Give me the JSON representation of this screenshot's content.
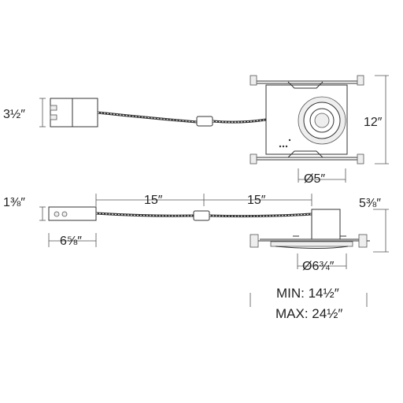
{
  "dimensions": {
    "junction_box_height": "3½″",
    "housing_height": "12″",
    "aperture": "Ø5″",
    "junction_box_depth": "1⅜″",
    "cable_length_left": "15″",
    "cable_length_right": "15″",
    "housing_depth": "5⅜″",
    "junction_box_width": "6⅝″",
    "trim_diameter": "Ø6¾″",
    "min_span": "MIN: 14½″",
    "max_span": "MAX: 24½″"
  }
}
